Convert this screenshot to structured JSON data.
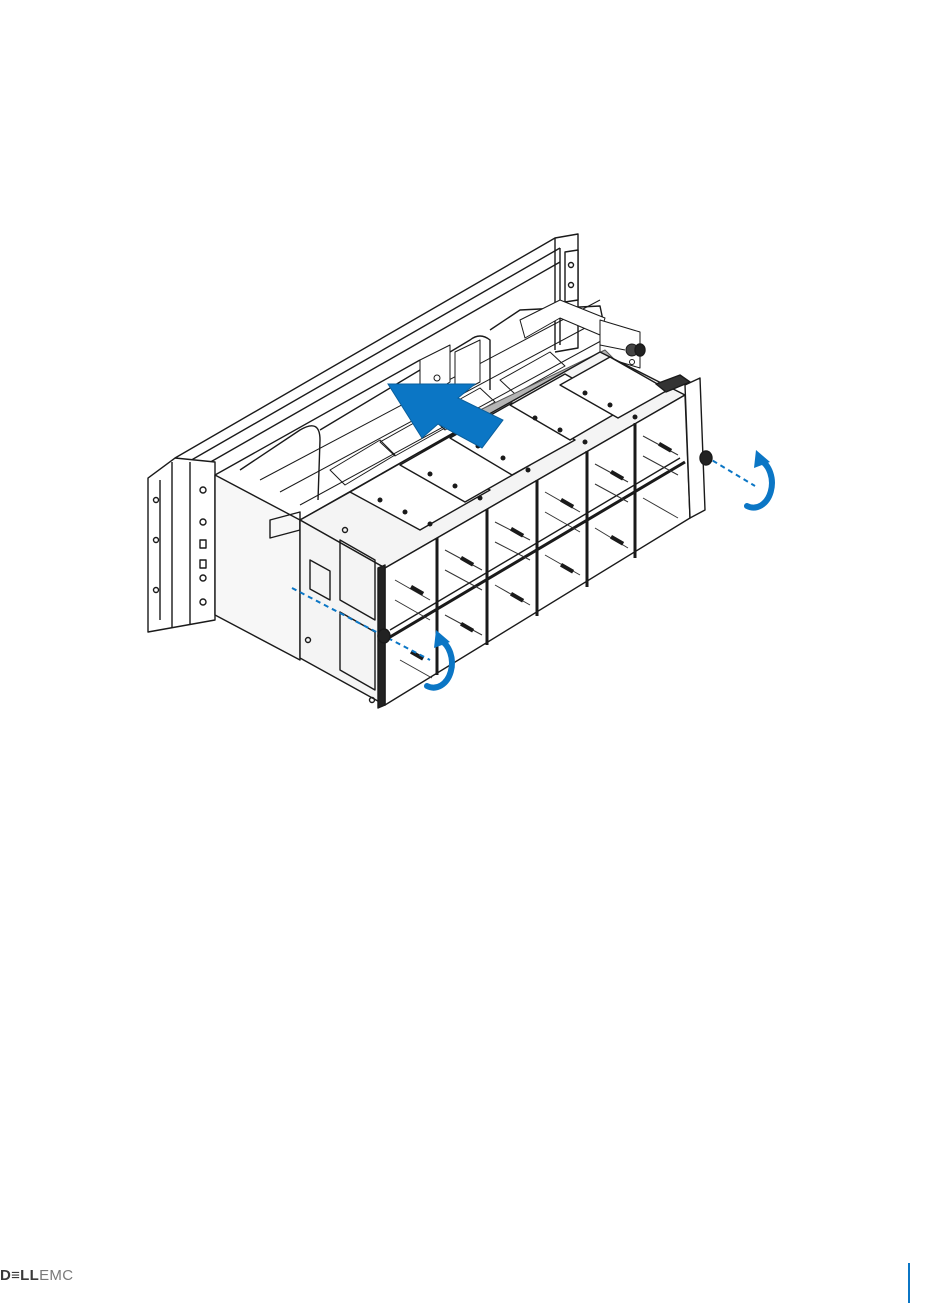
{
  "footer": {
    "brand_dell": "D≡LL",
    "brand_emc": "EMC"
  },
  "colors": {
    "accent": "#0b76c5",
    "line": "#1a1a1a",
    "panel": "#f4f4f4",
    "shadow": "#8a8a8a"
  },
  "icons": [
    "push-arrow-icon",
    "rotate-clockwise-icon",
    "thumbscrew-icon",
    "dashed-guide-line"
  ]
}
